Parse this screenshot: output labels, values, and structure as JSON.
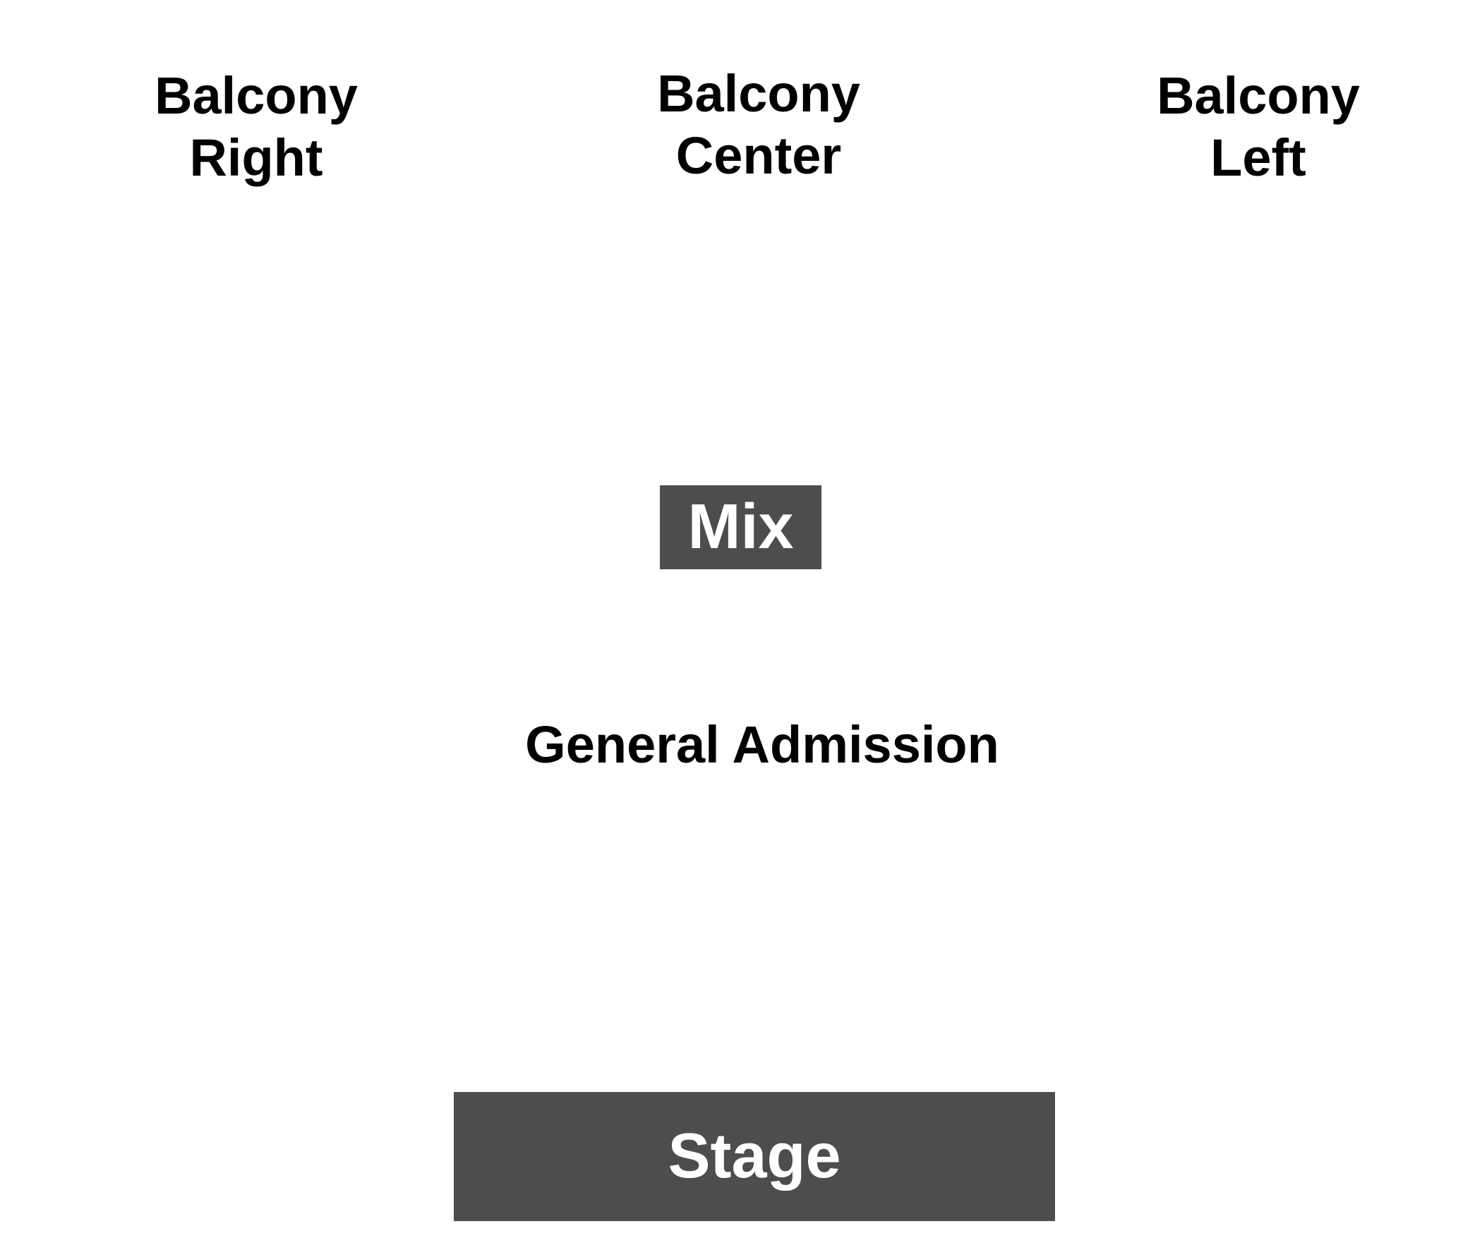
{
  "sections": {
    "balcony_right": {
      "line1": "Balcony",
      "line2": "Right"
    },
    "balcony_center": {
      "line1": "Balcony",
      "line2": "Center"
    },
    "balcony_left": {
      "line1": "Balcony",
      "line2": "Left"
    },
    "general_admission": "General Admission"
  },
  "blocks": {
    "mix": "Mix",
    "stage": "Stage"
  },
  "colors": {
    "background": "#ffffff",
    "block_fill": "#4d4d4d",
    "block_text": "#ffffff",
    "label_text": "#000000"
  }
}
